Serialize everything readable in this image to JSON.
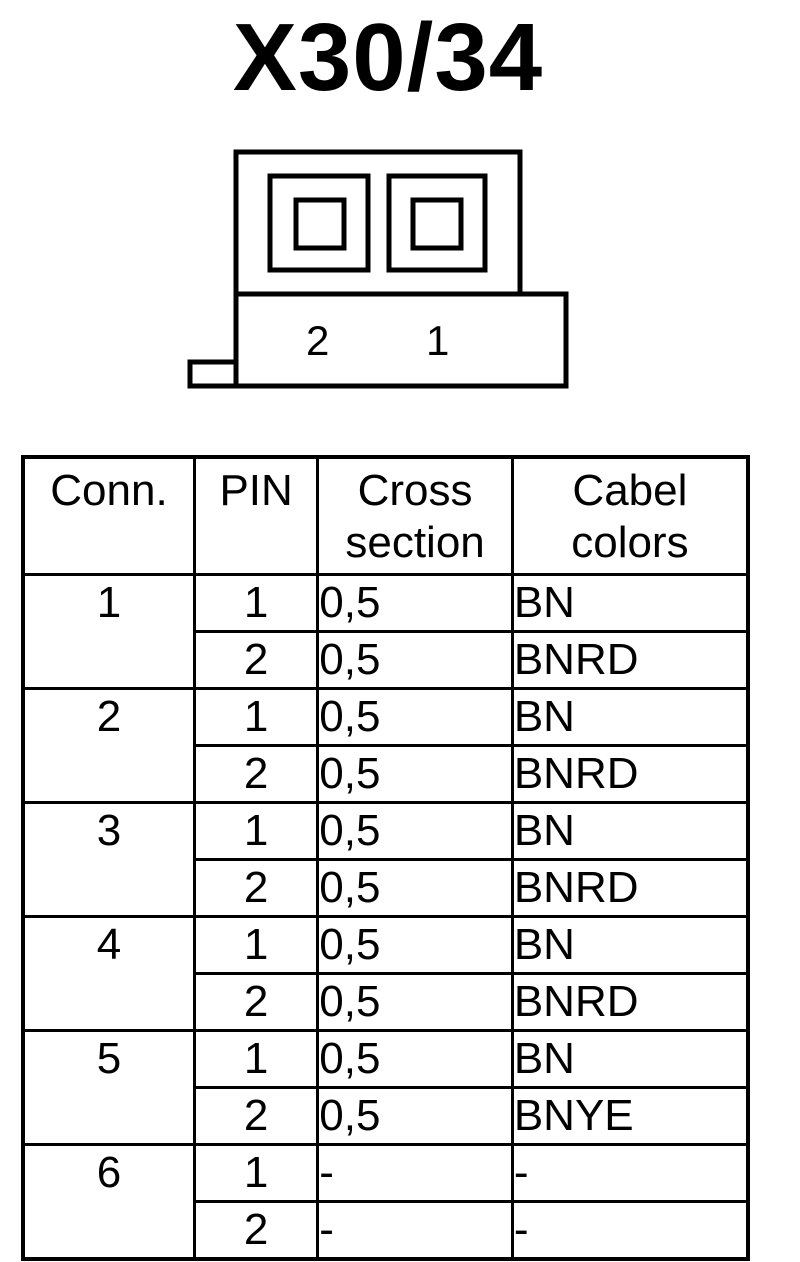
{
  "title": "X30/34",
  "connector": {
    "pin_labels": [
      "2",
      "1"
    ]
  },
  "table": {
    "headers": {
      "conn": "Conn.",
      "pin": "PIN",
      "cross_line1": "Cross",
      "cross_line2": "section",
      "color_line1": "Cabel",
      "color_line2": "colors"
    },
    "rows": [
      {
        "conn": "1",
        "pins": [
          {
            "pin": "1",
            "cross": "0,5",
            "color": "BN"
          },
          {
            "pin": "2",
            "cross": "0,5",
            "color": "BNRD"
          }
        ]
      },
      {
        "conn": "2",
        "pins": [
          {
            "pin": "1",
            "cross": "0,5",
            "color": "BN"
          },
          {
            "pin": "2",
            "cross": "0,5",
            "color": "BNRD"
          }
        ]
      },
      {
        "conn": "3",
        "pins": [
          {
            "pin": "1",
            "cross": "0,5",
            "color": "BN"
          },
          {
            "pin": "2",
            "cross": "0,5",
            "color": "BNRD"
          }
        ]
      },
      {
        "conn": "4",
        "pins": [
          {
            "pin": "1",
            "cross": "0,5",
            "color": "BN"
          },
          {
            "pin": "2",
            "cross": "0,5",
            "color": "BNRD"
          }
        ]
      },
      {
        "conn": "5",
        "pins": [
          {
            "pin": "1",
            "cross": "0,5",
            "color": "BN"
          },
          {
            "pin": "2",
            "cross": "0,5",
            "color": "BNYE"
          }
        ]
      },
      {
        "conn": "6",
        "pins": [
          {
            "pin": "1",
            "cross": "-",
            "color": "-"
          },
          {
            "pin": "2",
            "cross": "-",
            "color": "-"
          }
        ]
      }
    ]
  }
}
